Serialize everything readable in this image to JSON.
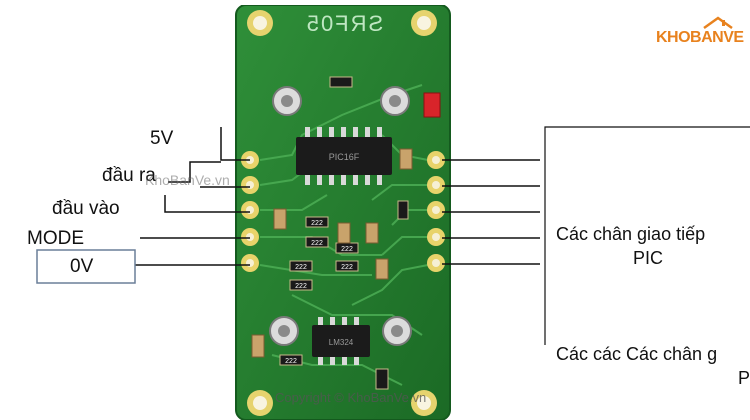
{
  "board": {
    "title": "SRF05",
    "ic_top_text": "PIC16F",
    "ic_bottom_text": "LM324",
    "resistor_codes": [
      "222",
      "222",
      "222",
      "222",
      "222",
      "222",
      "222"
    ]
  },
  "left_labels": {
    "v5": "5V",
    "output": "đầu ra",
    "input": "đầu vào",
    "mode": "MODE",
    "gnd": "0V"
  },
  "right_labels": {
    "interface_line1": "Các chân giao tiếp",
    "interface_line2": "PIC",
    "bottom_line1": "Các các Các chân g",
    "bottom_line2": "P"
  },
  "branding": {
    "logo": "KHOBANVE",
    "watermark_mid": "KhoBanVe.vn",
    "copyright": "Copyright © KhoBanVe.vn"
  },
  "colors": {
    "pcb": "#1e7a2a",
    "trace": "#3fa34a",
    "pad": "#d9c46a",
    "ic": "#1b1b1b",
    "logo": "#e8821e"
  }
}
